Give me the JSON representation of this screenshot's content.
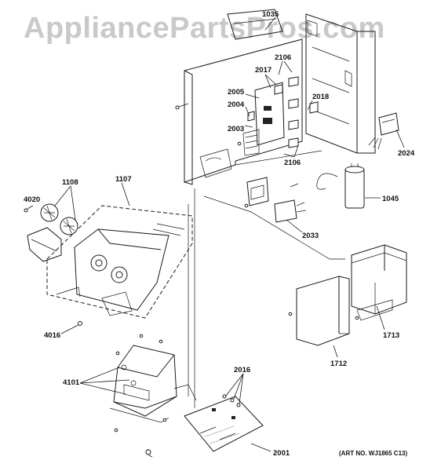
{
  "watermark": "AppliancePartsPros.com",
  "art_number": "(ART NO. WJ1865 C13)",
  "callouts": {
    "p1035": "1035",
    "p2106a": "2106",
    "p2017": "2017",
    "p2005": "2005",
    "p2018": "2018",
    "p2004": "2004",
    "p2003": "2003",
    "p2024": "2024",
    "p2106b": "2106",
    "p1045": "1045",
    "p2033": "2033",
    "p1108": "1108",
    "p1107": "1107",
    "p4020": "4020",
    "p4016": "4016",
    "p1713": "1713",
    "p1712": "1712",
    "p4101": "4101",
    "p2016": "2016",
    "p2001": "2001"
  }
}
